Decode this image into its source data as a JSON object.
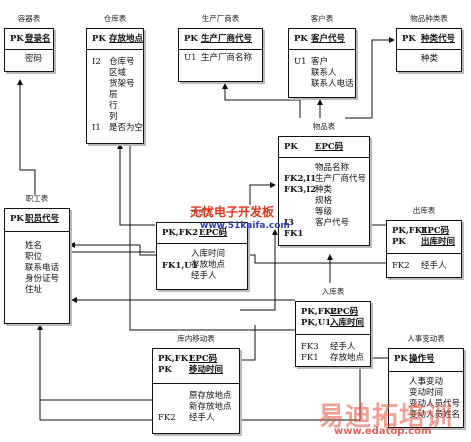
{
  "entities": {
    "rongqi": {
      "title": "容器表",
      "pk": "PK",
      "pk_field": "登录名",
      "attrs": "密码"
    },
    "cangku": {
      "title": "仓库表",
      "pk": "PK",
      "pk_field": "存放地点",
      "keys": "I2\n\n\n\n\n\nI1",
      "attrs": "仓库号\n区域\n货架号\n层\n行\n列\n是否为空"
    },
    "shengchan": {
      "title": "生产厂商表",
      "pk": "PK",
      "pk_field": "生产厂商代号",
      "keys": "U1",
      "attrs": "生产厂商名称"
    },
    "kehu": {
      "title": "客户表",
      "pk": "PK",
      "pk_field": "客户代号",
      "keys": "U1",
      "attrs": "客户\n联系人\n联系人电话"
    },
    "zhonglei": {
      "title": "物品种类表",
      "pk": "PK",
      "pk_field": "种类代号",
      "attrs": "种类"
    },
    "wupin": {
      "title": "物品表",
      "pk": "PK",
      "pk_field": "EPC码",
      "keys": "\nFK2,I1\nFK3,I2\n\n\nI3\nFK1",
      "attrs": "物品名称\n生产厂商代号\n种类\n规格\n等级\n客户代号"
    },
    "zhigong": {
      "title": "职工表",
      "pk": "PK",
      "pk_field": "职员代号",
      "attrs": "姓名\n职位\n联系电话\n身份证号\n住址"
    },
    "chuku1": {
      "title": "出库表",
      "pk": "PK,FK2",
      "pk_field": "EPC码",
      "keys2": "FK1,U1",
      "attrs": "入库时间\n存放地点\n经手人"
    },
    "chuku": {
      "title": "出库表",
      "pk": "PK,FK1\nPK",
      "pk_field": "EPC码\n出库时间",
      "keys": "FK2",
      "attrs": "经手人"
    },
    "ruku": {
      "title": "入库表",
      "pk": "PK,FK2\nPK,U1",
      "pk_field": "EPC码\n入库时间",
      "keys": "FK3\nFK1",
      "attrs": "经手人\n存放地点"
    },
    "kunei": {
      "title": "库内移动表",
      "pk": "PK,FK1\nPK",
      "pk_field": "EPC码\n移动时间",
      "keys": "\n\nFK2",
      "attrs": "原存放地点\n新存放地点\n经手人"
    },
    "renshi": {
      "title": "人事变动表",
      "pk": "PK",
      "pk_field": "操作号",
      "attrs": "人事变动\n变动时间\n变动人员代号\n变动人员姓名"
    }
  },
  "watermarks": {
    "cn_red": "无忧电子开发板",
    "url_blue": "www.51kaifa.com",
    "edatop_cn": "易迪拓培训",
    "edatop_url": "www.edatop.com"
  }
}
